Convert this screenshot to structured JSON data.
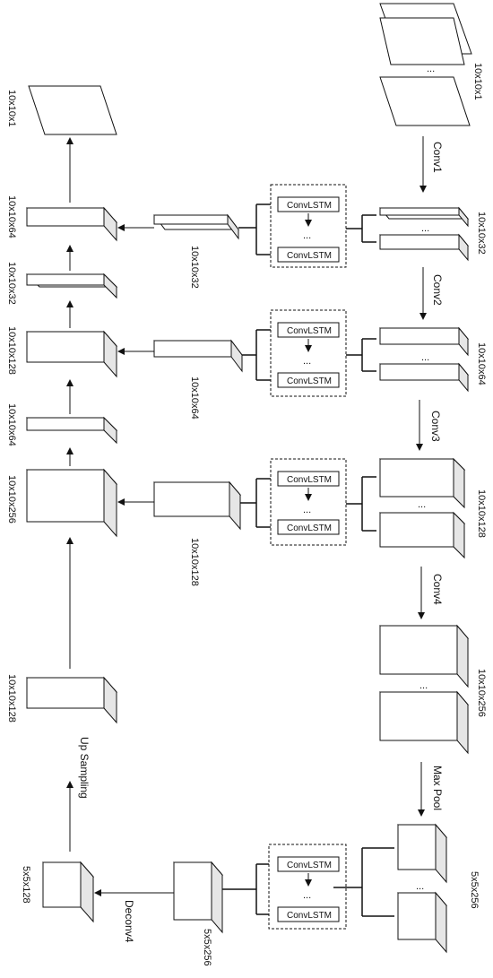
{
  "encoder": {
    "input_label": "10x10x1",
    "conv1": "Conv1",
    "conv1_label": "10x10x32",
    "conv2": "Conv2",
    "conv2_label": "10x10x64",
    "conv3": "Conv3",
    "conv3_label": "10x10x128",
    "conv4": "Conv4",
    "conv4_label": "10x10x256",
    "maxpool": "Max Pool",
    "pool_label": "5x5x256"
  },
  "lstm": {
    "cell": "ConvLSTM",
    "out1": "10x10x32",
    "out2": "10x10x64",
    "out3": "10x10x128",
    "out4": "5x5x256"
  },
  "decoder": {
    "deconv4": "Deconv4",
    "deconv4_label": "5x5x128",
    "upsampling": "Up Sampling",
    "up_label": "10x10x128",
    "d1_label": "10x10x256",
    "d2_label": "10x10x64",
    "d3_label": "10x10x128",
    "d4_label": "10x10x32",
    "d5_label": "10x10x64",
    "output_label": "10x10x1"
  },
  "dots": "..."
}
